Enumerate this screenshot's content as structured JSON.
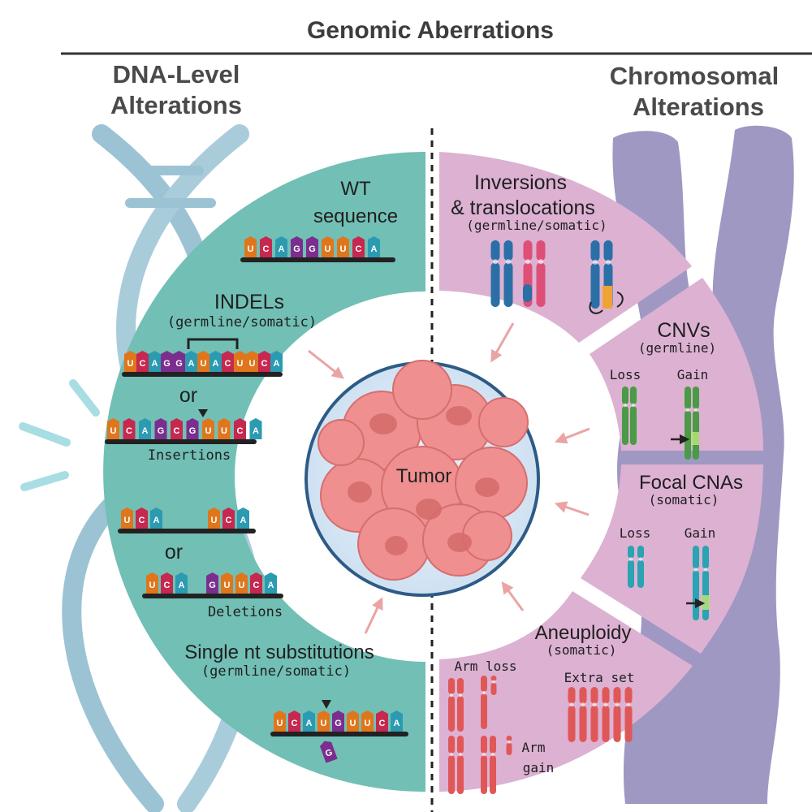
{
  "title": "Genomic Aberrations",
  "left_heading": [
    "DNA-Level",
    "Alterations"
  ],
  "right_heading": [
    "Chromosomal",
    "Alterations"
  ],
  "center": {
    "label": "Tumor"
  },
  "dna_panel": {
    "wt": {
      "label": [
        "WT",
        "sequence"
      ],
      "letters": [
        "U",
        "C",
        "A",
        "G",
        "G",
        "U",
        "U",
        "C",
        "A"
      ]
    },
    "indels": {
      "label": "INDELs",
      "sub": "(germline/somatic)",
      "seq": [
        "U",
        "C",
        "A",
        "G",
        "G",
        "A",
        "U",
        "A",
        "C",
        "U",
        "U",
        "C",
        "A"
      ]
    },
    "or_1": "or",
    "insertion": {
      "seq": [
        "U",
        "C",
        "A",
        "G",
        "C",
        "G",
        "U",
        "U",
        "C",
        "A"
      ],
      "label": "Insertions"
    },
    "deletion_a": {
      "left": [
        "U",
        "C",
        "A"
      ],
      "right": [
        "U",
        "C",
        "A"
      ]
    },
    "or_2": "or",
    "deletion_b": {
      "left": [
        "U",
        "C",
        "A"
      ],
      "right": [
        "G",
        "U",
        "U",
        "C",
        "A"
      ],
      "label": "Deletions"
    },
    "snv": {
      "label": "Single nt substitutions",
      "sub": "(germline/somatic)",
      "seq": [
        "U",
        "C",
        "A",
        "U",
        "G",
        "U",
        "U",
        "C",
        "A"
      ],
      "swap": "G"
    }
  },
  "chrom_panel": {
    "inversions": {
      "label": [
        "Inversions",
        "& translocations"
      ],
      "sub": "(germline/somatic)"
    },
    "cnvs": {
      "label": "CNVs",
      "sub": "(germline)",
      "loss": "Loss",
      "gain": "Gain"
    },
    "focal": {
      "label": "Focal CNAs",
      "sub": "(somatic)",
      "loss": "Loss",
      "gain": "Gain"
    },
    "aneuploidy": {
      "label": "Aneuploidy",
      "sub": "(somatic)",
      "arm_loss": "Arm loss",
      "extra_set": "Extra set",
      "arm_gain": [
        "Arm",
        "gain"
      ]
    }
  },
  "colors": {
    "teal": "#72bfb5",
    "pink": "#dcb1d2",
    "helix": "#9cc3d3",
    "chrom_bg": "#9f98c2",
    "U": "#e0761c",
    "C": "#c6284f",
    "A": "#2b9bb1",
    "G": "#7b2e8e",
    "chrom_blue": "#2a6fa6",
    "chrom_pink": "#de4f78",
    "chrom_green": "#4a9a46",
    "chrom_cyan": "#2aa3b2",
    "chrom_red": "#e05757",
    "arrow": "#eaa4a4"
  }
}
